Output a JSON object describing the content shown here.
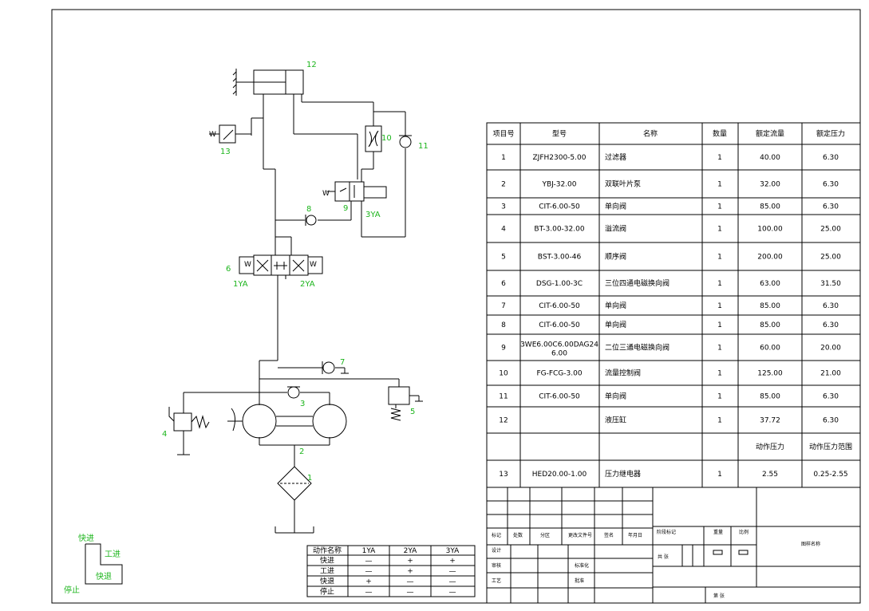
{
  "diagram": {
    "labels": {
      "n1": "1",
      "n2": "2",
      "n3": "3",
      "n4": "4",
      "n5": "5",
      "n6": "6",
      "n7": "7",
      "n8": "8",
      "n9": "9",
      "n10": "10",
      "n11": "11",
      "n12": "12",
      "n13": "13",
      "yv1": "1YA",
      "yv2": "2YA",
      "yv3": "3YA",
      "w": "W"
    },
    "cycle": {
      "fast": "快进",
      "work": "工进",
      "back": "快退",
      "stop": "停止"
    }
  },
  "parts_table": {
    "headers": [
      "项目号",
      "型号",
      "名称",
      "数量",
      "额定流量",
      "额定压力"
    ],
    "rows": [
      [
        "1",
        "ZJFH2300-5.00",
        "过滤器",
        "1",
        "40.00",
        "6.30"
      ],
      [
        "2",
        "YBJ-32.00",
        "双联叶片泵",
        "1",
        "32.00",
        "6.30"
      ],
      [
        "3",
        "CIT-6.00-50",
        "单向阀",
        "1",
        "85.00",
        "6.30"
      ],
      [
        "4",
        "BT-3.00-32.00",
        "溢流阀",
        "1",
        "100.00",
        "25.00"
      ],
      [
        "5",
        "BST-3.00-46",
        "顺序阀",
        "1",
        "200.00",
        "25.00"
      ],
      [
        "6",
        "DSG-1.00-3C",
        "三位四通电磁换向阀",
        "1",
        "63.00",
        "31.50"
      ],
      [
        "7",
        "CIT-6.00-50",
        "单向阀",
        "1",
        "85.00",
        "6.30"
      ],
      [
        "8",
        "CIT-6.00-50",
        "单向阀",
        "1",
        "85.00",
        "6.30"
      ],
      [
        "9",
        "3WE6.00C6.00DAG24 6.00",
        "二位三通电磁换向阀",
        "1",
        "60.00",
        "20.00"
      ],
      [
        "10",
        "FG-FCG-3.00",
        "流量控制阀",
        "1",
        "125.00",
        "21.00"
      ],
      [
        "11",
        "CIT-6.00-50",
        "单向阀",
        "1",
        "85.00",
        "6.30"
      ],
      [
        "12",
        "",
        "液压缸",
        "1",
        "37.72",
        "6.30"
      ],
      [
        "",
        "",
        "",
        "",
        "动作压力",
        "动作压力范围"
      ],
      [
        "13",
        "HED20.00-1.00",
        "压力继电器",
        "1",
        "2.55",
        "0.25-2.55"
      ]
    ]
  },
  "action_table": {
    "headers": [
      "动作名称",
      "1YA",
      "2YA",
      "3YA"
    ],
    "rows": [
      [
        "快进",
        "—",
        "+",
        "+"
      ],
      [
        "工进",
        "—",
        "+",
        "—"
      ],
      [
        "快退",
        "+",
        "—",
        "—"
      ],
      [
        "停止",
        "—",
        "—",
        "—"
      ]
    ]
  },
  "title_block": {
    "labels": [
      "标记",
      "处数",
      "分区",
      "更改文件号",
      "签名",
      "年月日",
      "阶段标记",
      "重量",
      "比例",
      "设计",
      "标准化",
      "审核",
      "工艺",
      "批准",
      "共 张",
      "第 张",
      "图样名称"
    ]
  }
}
